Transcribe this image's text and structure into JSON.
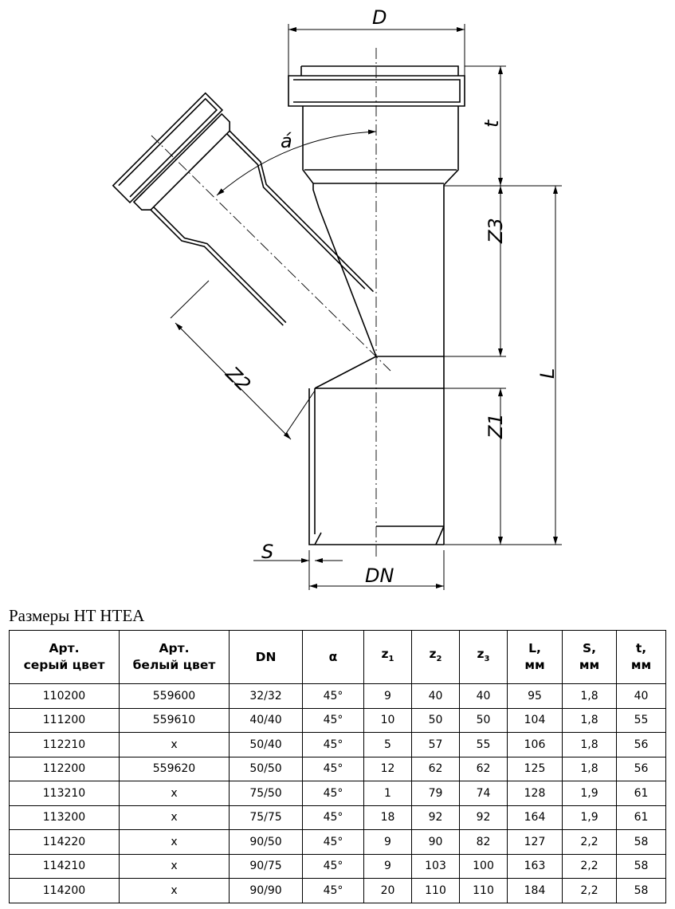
{
  "drawing": {
    "labels": {
      "D": "D",
      "t": "t",
      "alpha": "á",
      "Z3": "Z3",
      "Z2": "Z2",
      "Z1": "Z1",
      "L": "L",
      "S": "S",
      "DN": "DN"
    }
  },
  "title": "Размеры HT HTEA",
  "table": {
    "headers": [
      {
        "line1": "Арт.",
        "line2": "серый цвет"
      },
      {
        "line1": "Арт.",
        "line2": "белый цвет"
      },
      {
        "line1": "DN",
        "line2": ""
      },
      {
        "line1": "α",
        "line2": ""
      },
      {
        "line1": "z",
        "sub": "1"
      },
      {
        "line1": "z",
        "sub": "2"
      },
      {
        "line1": "z",
        "sub": "3"
      },
      {
        "line1": "L,",
        "line2": "мм"
      },
      {
        "line1": "S,",
        "line2": "мм"
      },
      {
        "line1": "t,",
        "line2": "мм"
      }
    ],
    "rows": [
      [
        "110200",
        "559600",
        "32/32",
        "45°",
        "9",
        "40",
        "40",
        "95",
        "1,8",
        "40"
      ],
      [
        "111200",
        "559610",
        "40/40",
        "45°",
        "10",
        "50",
        "50",
        "104",
        "1,8",
        "55"
      ],
      [
        "112210",
        "x",
        "50/40",
        "45°",
        "5",
        "57",
        "55",
        "106",
        "1,8",
        "56"
      ],
      [
        "112200",
        "559620",
        "50/50",
        "45°",
        "12",
        "62",
        "62",
        "125",
        "1,8",
        "56"
      ],
      [
        "113210",
        "x",
        "75/50",
        "45°",
        "1",
        "79",
        "74",
        "128",
        "1,9",
        "61"
      ],
      [
        "113200",
        "x",
        "75/75",
        "45°",
        "18",
        "92",
        "92",
        "164",
        "1,9",
        "61"
      ],
      [
        "114220",
        "x",
        "90/50",
        "45°",
        "9",
        "90",
        "82",
        "127",
        "2,2",
        "58"
      ],
      [
        "114210",
        "x",
        "90/75",
        "45°",
        "9",
        "103",
        "100",
        "163",
        "2,2",
        "58"
      ],
      [
        "114200",
        "x",
        "90/90",
        "45°",
        "20",
        "110",
        "110",
        "184",
        "2,2",
        "58"
      ]
    ]
  }
}
